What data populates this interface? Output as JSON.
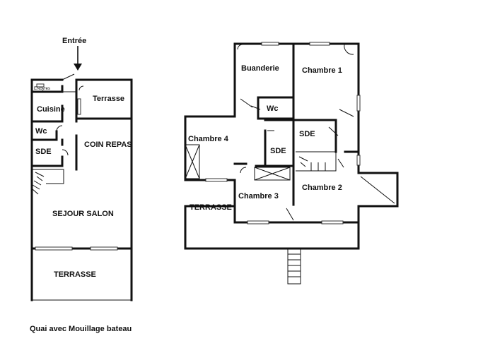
{
  "ground_floor": {
    "entrance": "Entrée",
    "rooms": {
      "storage": "ENoyres",
      "cuisine": "Cuisine",
      "terrasse_small": "Terrasse",
      "wc": "Wc",
      "sde": "SDE",
      "coin_repas": "COIN REPAS",
      "sejour_salon": "SEJOUR SALON",
      "terrasse_large": "TERRASSE"
    },
    "caption": "Quai avec Mouillage bateau"
  },
  "upper_floor": {
    "rooms": {
      "buanderie": "Buanderie",
      "chambre1": "Chambre 1",
      "wc": "Wc",
      "sde_right": "SDE",
      "chambre4": "Chambre 4",
      "sde_center": "SDE",
      "chambre3": "Chambre 3",
      "chambre2": "Chambre 2",
      "terrasse": "TERRASSE"
    }
  }
}
